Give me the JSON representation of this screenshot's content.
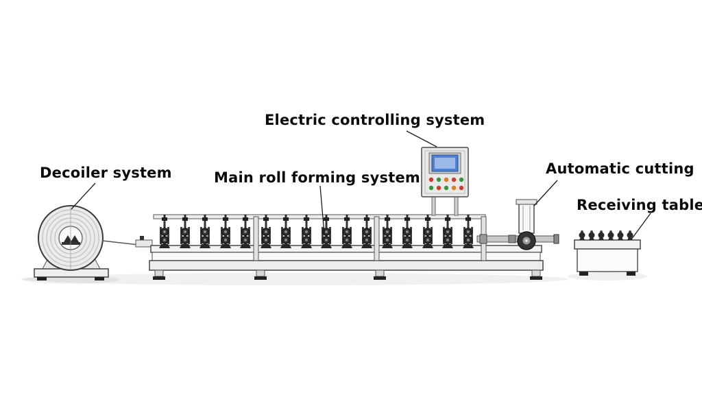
{
  "diagram": {
    "labels": {
      "decoiler": "Decoiler system",
      "main_forming": "Main roll forming system",
      "electric": "Electric controlling system",
      "cutting": "Automatic cutting",
      "receiving": "Receiving table"
    },
    "colors": {
      "outline": "#3a3a3a",
      "machine_fill": "#f2f2f2",
      "dark_part": "#262626",
      "screen_blue": "#4f7fd0",
      "screen_blue_light": "#9db9e8",
      "button_red": "#d03a2a",
      "button_green": "#35963c",
      "button_orange": "#e07b20"
    },
    "parts": [
      "decoiler-coil",
      "strip",
      "strip-guide",
      "roller-stands",
      "machine-bed",
      "control-panel",
      "control-screen",
      "control-buttons",
      "cutting-unit",
      "cutter-wheel",
      "output-profile",
      "receiving-table"
    ]
  }
}
